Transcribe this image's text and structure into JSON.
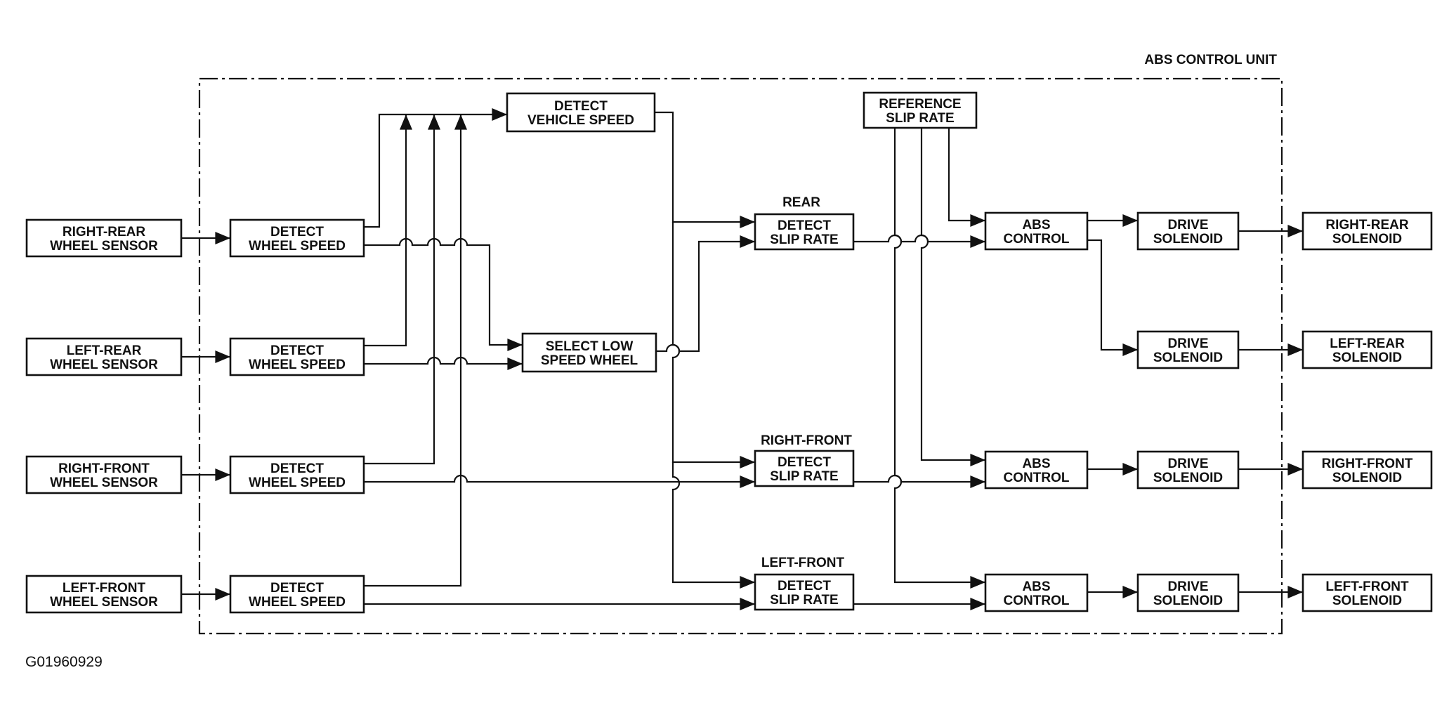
{
  "diagram": {
    "title": "ABS CONTROL UNIT",
    "figure_code": "G01960929",
    "nodes": [
      {
        "id": "rr_sensor",
        "lines": [
          "RIGHT-REAR",
          "WHEEL SENSOR"
        ]
      },
      {
        "id": "lr_sensor",
        "lines": [
          "LEFT-REAR",
          "WHEEL SENSOR"
        ]
      },
      {
        "id": "rf_sensor",
        "lines": [
          "RIGHT-FRONT",
          "WHEEL SENSOR"
        ]
      },
      {
        "id": "lf_sensor",
        "lines": [
          "LEFT-FRONT",
          "WHEEL SENSOR"
        ]
      },
      {
        "id": "ws1",
        "lines": [
          "DETECT",
          "WHEEL SPEED"
        ]
      },
      {
        "id": "ws2",
        "lines": [
          "DETECT",
          "WHEEL SPEED"
        ]
      },
      {
        "id": "ws3",
        "lines": [
          "DETECT",
          "WHEEL SPEED"
        ]
      },
      {
        "id": "ws4",
        "lines": [
          "DETECT",
          "WHEEL SPEED"
        ]
      },
      {
        "id": "vs",
        "lines": [
          "DETECT",
          "VEHICLE SPEED"
        ]
      },
      {
        "id": "sel",
        "lines": [
          "SELECT LOW",
          "SPEED WHEEL"
        ]
      },
      {
        "id": "ref",
        "lines": [
          "REFERENCE",
          "SLIP RATE"
        ]
      },
      {
        "id": "sr_rear",
        "lines": [
          "DETECT",
          "SLIP RATE"
        ]
      },
      {
        "id": "sr_rf",
        "lines": [
          "DETECT",
          "SLIP RATE"
        ]
      },
      {
        "id": "sr_lf",
        "lines": [
          "DETECT",
          "SLIP RATE"
        ]
      },
      {
        "id": "abs1",
        "lines": [
          "ABS",
          "CONTROL"
        ]
      },
      {
        "id": "abs2",
        "lines": [
          "ABS",
          "CONTROL"
        ]
      },
      {
        "id": "abs3",
        "lines": [
          "ABS",
          "CONTROL"
        ]
      },
      {
        "id": "dr1",
        "lines": [
          "DRIVE",
          "SOLENOID"
        ]
      },
      {
        "id": "dr2",
        "lines": [
          "DRIVE",
          "SOLENOID"
        ]
      },
      {
        "id": "dr3",
        "lines": [
          "DRIVE",
          "SOLENOID"
        ]
      },
      {
        "id": "dr4",
        "lines": [
          "DRIVE",
          "SOLENOID"
        ]
      },
      {
        "id": "out_rr",
        "lines": [
          "RIGHT-REAR",
          "SOLENOID"
        ]
      },
      {
        "id": "out_lr",
        "lines": [
          "LEFT-REAR",
          "SOLENOID"
        ]
      },
      {
        "id": "out_rf",
        "lines": [
          "RIGHT-FRONT",
          "SOLENOID"
        ]
      },
      {
        "id": "out_lf",
        "lines": [
          "LEFT-FRONT",
          "SOLENOID"
        ]
      }
    ],
    "group_labels": [
      {
        "id": "rear",
        "text": "REAR"
      },
      {
        "id": "rf",
        "text": "RIGHT-FRONT"
      },
      {
        "id": "lf",
        "text": "LEFT-FRONT"
      }
    ],
    "edges": [
      {
        "from": "rr_sensor",
        "to": "ws1"
      },
      {
        "from": "lr_sensor",
        "to": "ws2"
      },
      {
        "from": "rf_sensor",
        "to": "ws3"
      },
      {
        "from": "lf_sensor",
        "to": "ws4"
      },
      {
        "from": "ws1",
        "to": "vs"
      },
      {
        "from": "ws2",
        "to": "vs"
      },
      {
        "from": "ws3",
        "to": "vs"
      },
      {
        "from": "ws4",
        "to": "vs"
      },
      {
        "from": "ws1",
        "to": "sel"
      },
      {
        "from": "ws2",
        "to": "sel"
      },
      {
        "from": "vs",
        "to": "sr_rear"
      },
      {
        "from": "vs",
        "to": "sr_rf"
      },
      {
        "from": "vs",
        "to": "sr_lf"
      },
      {
        "from": "sel",
        "to": "sr_rear"
      },
      {
        "from": "ws3",
        "to": "sr_rf"
      },
      {
        "from": "ws4",
        "to": "sr_lf"
      },
      {
        "from": "ref",
        "to": "abs1"
      },
      {
        "from": "ref",
        "to": "abs2"
      },
      {
        "from": "ref",
        "to": "abs3"
      },
      {
        "from": "sr_rear",
        "to": "abs1"
      },
      {
        "from": "sr_rf",
        "to": "abs2"
      },
      {
        "from": "sr_lf",
        "to": "abs3"
      },
      {
        "from": "abs1",
        "to": "dr1"
      },
      {
        "from": "abs1",
        "to": "dr2"
      },
      {
        "from": "abs2",
        "to": "dr3"
      },
      {
        "from": "abs3",
        "to": "dr4"
      },
      {
        "from": "dr1",
        "to": "out_rr"
      },
      {
        "from": "dr2",
        "to": "out_lr"
      },
      {
        "from": "dr3",
        "to": "out_rf"
      },
      {
        "from": "dr4",
        "to": "out_lf"
      }
    ]
  }
}
